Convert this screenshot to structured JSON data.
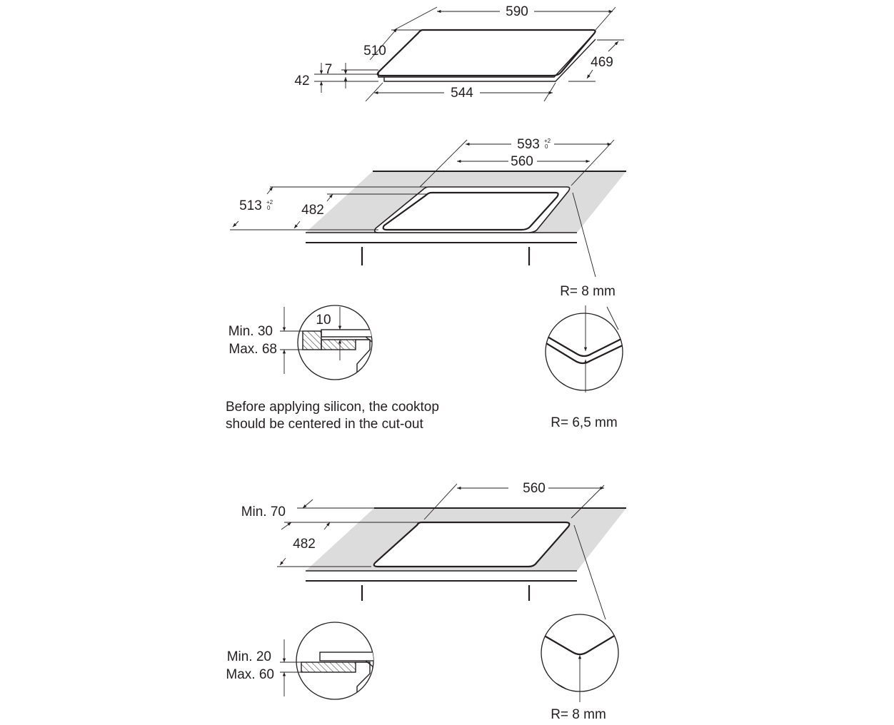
{
  "top_view": {
    "width": "590",
    "depth": "510",
    "glass_thickness": "7",
    "total_height": "42",
    "body_width": "544",
    "body_depth": "469"
  },
  "flush_cutout": {
    "outer_width": "593",
    "outer_width_tol_plus": "+2",
    "outer_width_tol_minus": "0",
    "inner_width": "560",
    "outer_depth": "513",
    "outer_depth_tol_plus": "+2",
    "outer_depth_tol_minus": "0",
    "inner_depth": "482",
    "corner_radius_outer": "R= 8 mm",
    "corner_radius_inner": "R= 6,5 mm",
    "worktop_min": "Min. 30",
    "worktop_max": "Max. 68",
    "rebate_depth": "10",
    "note_line1": "Before applying silicon, the cooktop",
    "note_line2": "should be centered in the cut-out"
  },
  "standard_cutout": {
    "width": "560",
    "front_clearance": "Min. 70",
    "depth": "482",
    "worktop_min": "Min. 20",
    "worktop_max": "Max. 60",
    "corner_radius": "R= 8 mm"
  }
}
